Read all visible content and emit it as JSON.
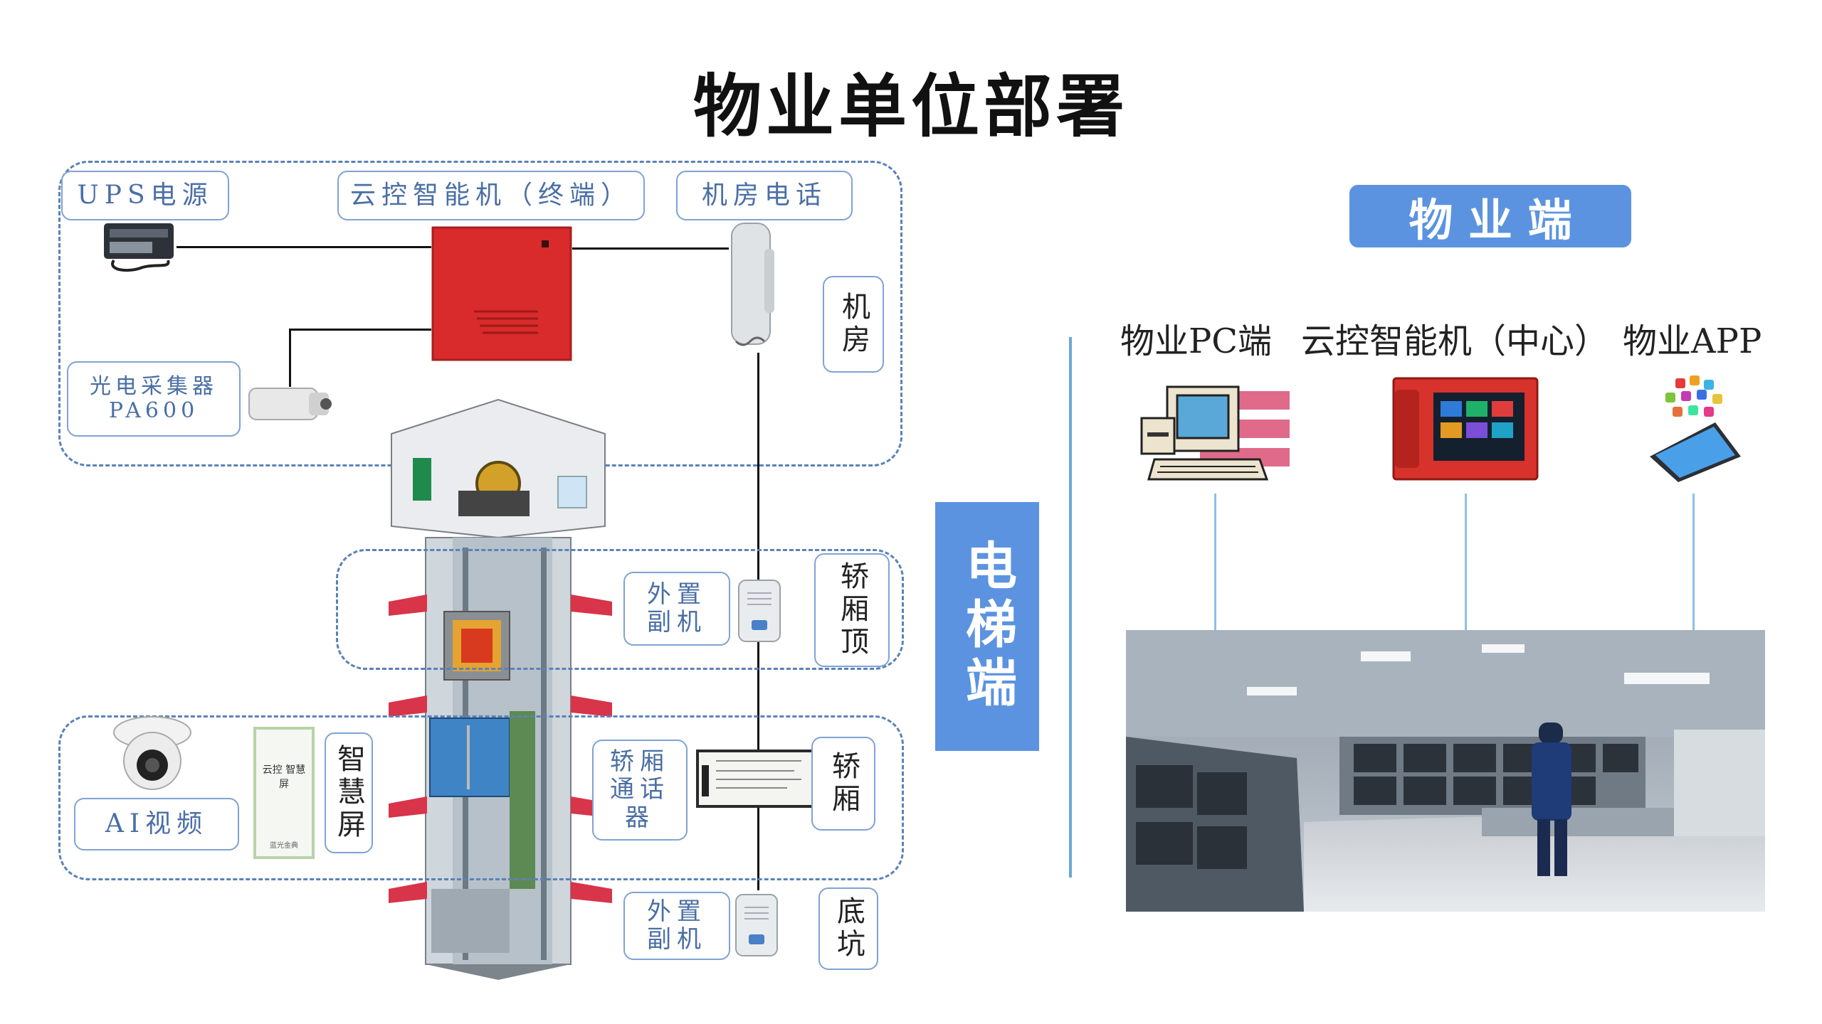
{
  "title": "物业单位部署",
  "machine_room": {
    "ups_label": "UPS电源",
    "host_label": "云控智能机（终端）",
    "phone_label": "机房电话",
    "room_label": "机房",
    "sensor_label": "光电采集器 PA600"
  },
  "car_top": {
    "extension_label": "外置副机",
    "zone_label": "轿厢顶"
  },
  "car": {
    "ai_video_label": "AI视频",
    "smart_screen_label": "智慧屏",
    "screen_text_top": "云控 智慧屏",
    "screen_text_bottom": "蓝光金典",
    "intercom_label": "轿厢通话器",
    "zone_label": "轿厢"
  },
  "pit": {
    "extension_label": "外置副机",
    "zone_label": "底坑"
  },
  "elevator_side_banner": "电梯端",
  "property_banner": "物 业 端",
  "property": {
    "pc_label": "物业PC端",
    "center_label": "云控智能机（中心）",
    "app_label": "物业APP"
  },
  "colors": {
    "accent": "#5b93e0",
    "dashed_border": "#5b82b8",
    "device_red": "#d92b2b"
  }
}
